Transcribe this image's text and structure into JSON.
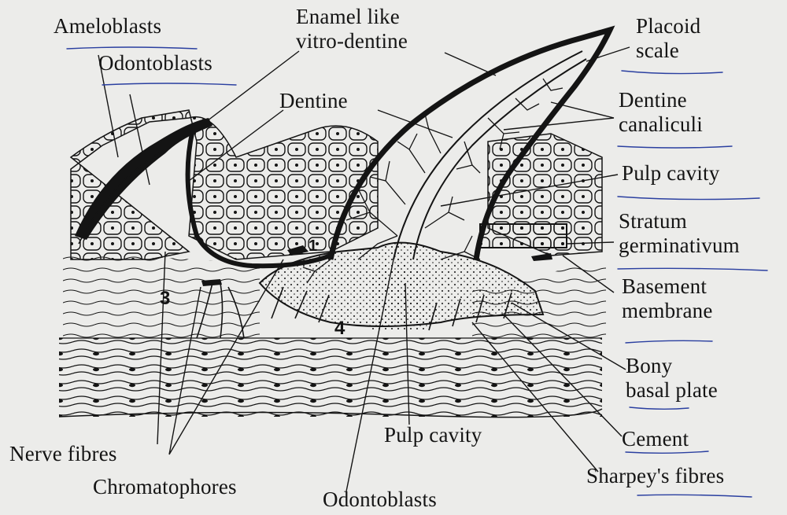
{
  "labels": {
    "ameloblasts": "Ameloblasts",
    "odontoblasts_top": "Odontoblasts",
    "enamel_like": "Enamel like\nvitro-dentine",
    "dentine": "Dentine",
    "placoid_scale": "Placoid\nscale",
    "dentine_canaliculi": "Dentine\ncanaliculi",
    "pulp_cavity_right": "Pulp cavity",
    "stratum_germinativum": "Stratum\ngerminativum",
    "basement_membrane": "Basement\nmembrane",
    "bony_basal_plate": "Bony\nbasal plate",
    "cement": "Cement",
    "sharpeys_fibres": "Sharpey's fibres",
    "nerve_fibres": "Nerve fibres",
    "chromatophores": "Chromatophores",
    "pulp_cavity_bottom": "Pulp cavity",
    "odontoblasts_bottom": "Odontoblasts"
  },
  "numbers": {
    "n1": "1",
    "n3": "3",
    "n4": "4"
  },
  "colors": {
    "ink": "#141414",
    "paper": "#ececea",
    "pen_underline": "#2a3fa0"
  }
}
